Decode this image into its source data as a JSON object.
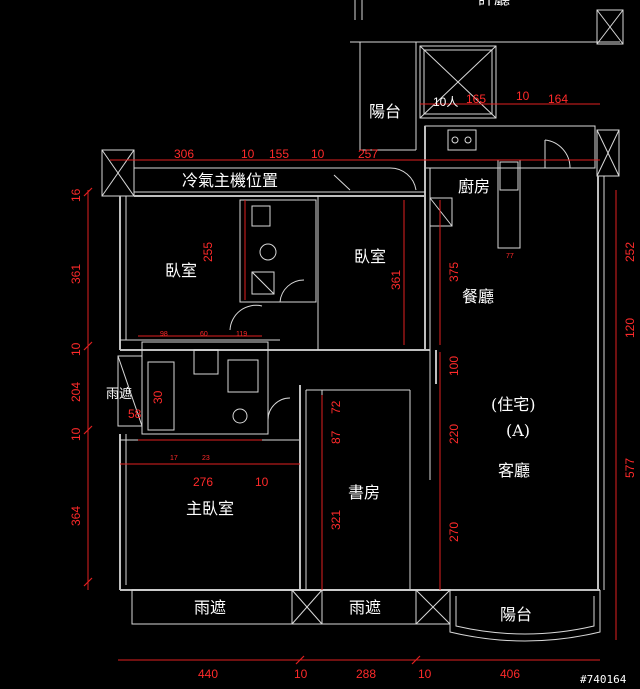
{
  "rooms": {
    "bedroom1": "臥室",
    "bedroom2": "臥室",
    "master_bedroom": "主臥室",
    "study": "書房",
    "kitchen": "廚房",
    "dining": "餐廳",
    "living": "客廳",
    "balcony_top": "陽台",
    "balcony_bottom": "陽台",
    "ac_position": "冷氣主機位置",
    "canopy_left": "雨遮",
    "canopy_bottom_left": "雨遮",
    "canopy_bottom_mid": "雨遮",
    "elevator_label": "10人",
    "unit_type": "(住宅)",
    "unit_code": "(A)",
    "top_partial": "評廳"
  },
  "dims": {
    "top": [
      "306",
      "10",
      "155",
      "10",
      "257"
    ],
    "top_right": [
      "165",
      "10",
      "164"
    ],
    "left": [
      "16",
      "361",
      "10",
      "204",
      "10",
      "364"
    ],
    "left_small": "58",
    "master_width": "276",
    "master_gap": "10",
    "inner": {
      "d255": "255",
      "d361": "361",
      "d375": "375",
      "d100": "100",
      "d220": "220",
      "d270": "270",
      "d72": "72",
      "d87": "87",
      "d321": "321"
    },
    "right": [
      "252",
      "120",
      "577"
    ],
    "bottom": [
      "440",
      "10",
      "288",
      "10",
      "406"
    ],
    "bath_small": [
      "98",
      "60",
      "119",
      "17",
      "23",
      "77"
    ],
    "tub": "30"
  },
  "watermark": "#740164",
  "colors": {
    "background": "#000000",
    "walls": "#d8d8d8",
    "dimensions": "#ff2a2a",
    "labels": "#ffffff"
  }
}
